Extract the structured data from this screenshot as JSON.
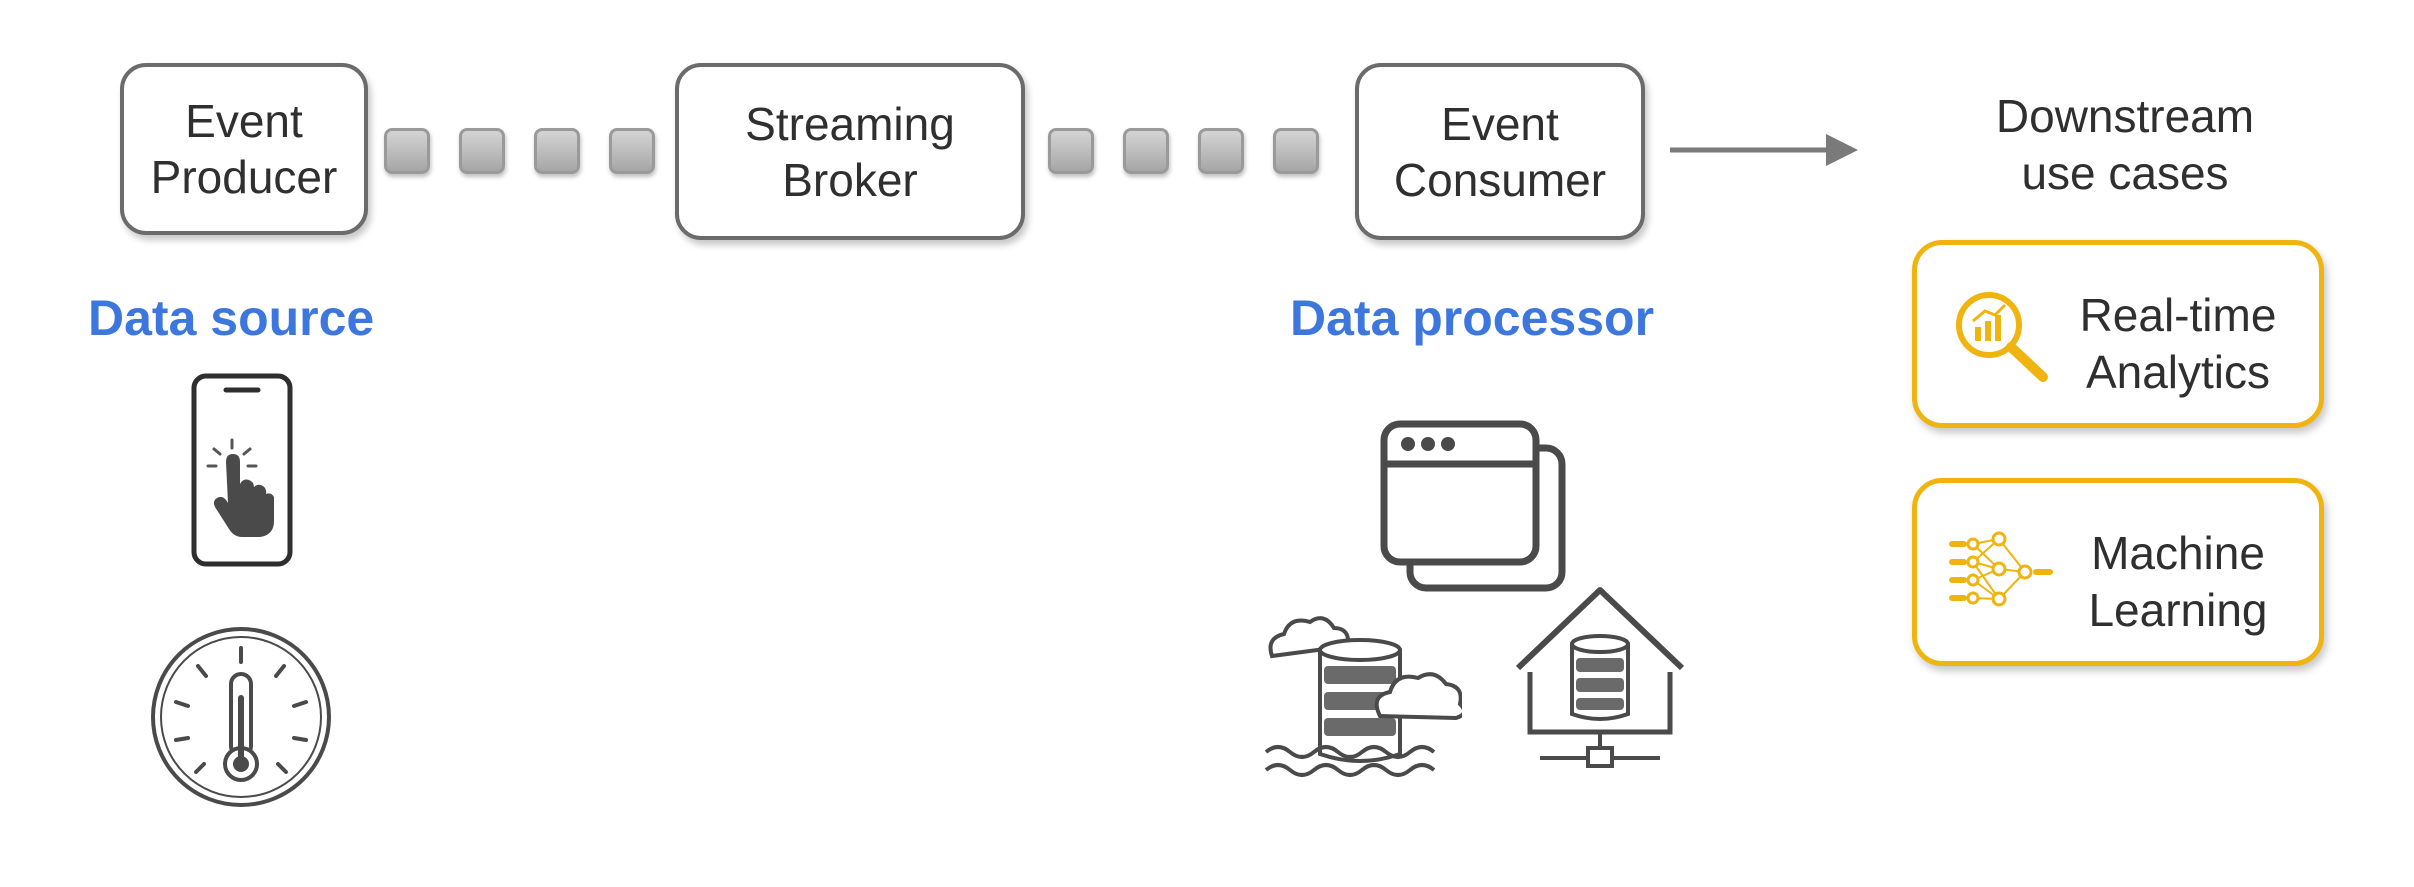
{
  "nodes": {
    "event_producer": {
      "line1": "Event",
      "line2": "Producer"
    },
    "streaming_broker": {
      "line1": "Streaming",
      "line2": "Broker"
    },
    "event_consumer": {
      "line1": "Event",
      "line2": "Consumer"
    }
  },
  "labels": {
    "data_source": "Data source",
    "data_processor": "Data processor",
    "downstream_line1": "Downstream",
    "downstream_line2": "use cases"
  },
  "use_cases": [
    {
      "line1": "Real-time",
      "line2": "Analytics",
      "icon": "analytics-magnifier-icon"
    },
    {
      "line1": "Machine",
      "line2": "Learning",
      "icon": "neural-network-icon"
    }
  ],
  "icons": {
    "source": [
      "smartphone-tap-icon",
      "thermometer-gauge-icon"
    ],
    "processor": [
      "application-windows-icon",
      "data-lake-icon",
      "data-warehouse-icon"
    ]
  },
  "colors": {
    "label_blue": "#3d77dd",
    "use_case_border": "#f0b410",
    "node_border": "#6b6b6b",
    "arrow": "#7a7a7a"
  }
}
